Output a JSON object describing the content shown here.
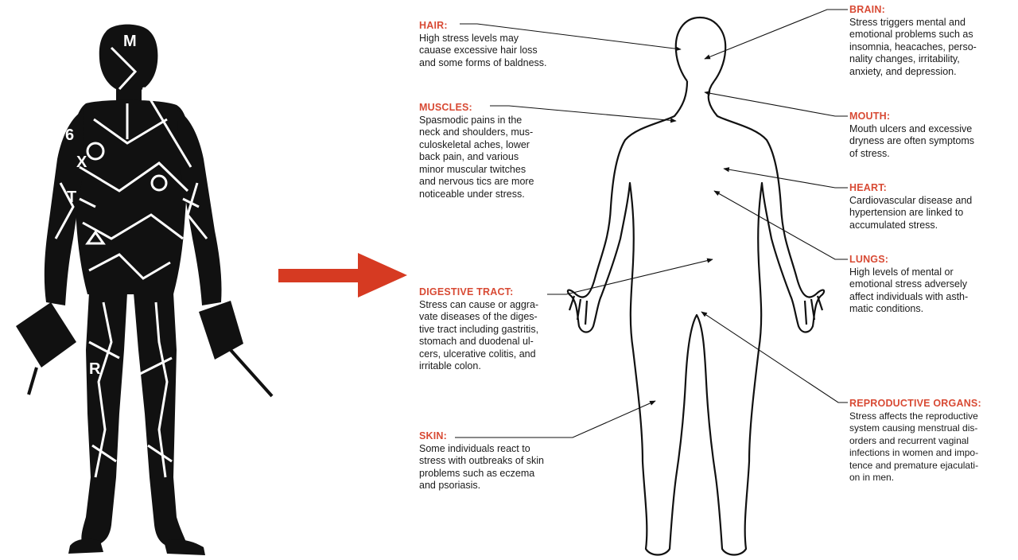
{
  "colors": {
    "heading": "#d84a34",
    "arrow": "#d63a22",
    "ink": "#111111",
    "text": "#1a1a1a"
  },
  "figure": {
    "silhouette_letters": [
      "M",
      "6",
      "X",
      "T",
      "R"
    ],
    "transition_icon": "arrow-right-icon",
    "annotations": [
      {
        "key": "hair",
        "title": "HAIR:",
        "text": "High stress levels may\ncauase excessive hair loss\nand some forms of baldness."
      },
      {
        "key": "muscles",
        "title": "MUSCLES:",
        "text": "Spasmodic pains in the\nneck and shoulders, mus-\nculoskeletal aches, lower\nback pain, and various\nminor muscular twitches\nand nervous tics are more\nnoticeable under stress."
      },
      {
        "key": "digestive",
        "title": "DIGESTIVE TRACT:",
        "text": "Stress can cause or aggra-\nvate diseases of the diges-\ntive tract including gastritis,\nstomach and duodenal ul-\ncers, ulcerative colitis, and\nirritable colon."
      },
      {
        "key": "skin",
        "title": "SKIN:",
        "text": "Some individuals react to\nstress with outbreaks of skin\nproblems such as eczema\nand psoriasis."
      },
      {
        "key": "brain",
        "title": "BRAIN:",
        "text": "Stress triggers mental and\nemotional problems such as\ninsomnia, heacaches, perso-\nnality changes, irritability,\nanxiety, and depression."
      },
      {
        "key": "mouth",
        "title": "MOUTH:",
        "text": "Mouth ulcers and excessive\ndryness are often symptoms\nof stress."
      },
      {
        "key": "heart",
        "title": "HEART:",
        "text": "Cardiovascular disease and\nhypertension are linked to\naccumulated stress."
      },
      {
        "key": "lungs",
        "title": "LUNGS:",
        "text": "High levels of mental or\nemotional stress adversely\naffect individuals with asth-\nmatic conditions."
      },
      {
        "key": "reproductive",
        "title": "REPRODUCTIVE ORGANS:",
        "text": "Stress affects the reproductive\nsystem causing menstrual dis-\norders and recurrent vaginal\ninfections in women and impo-\ntence and premature ejaculati-\non in men."
      }
    ]
  }
}
